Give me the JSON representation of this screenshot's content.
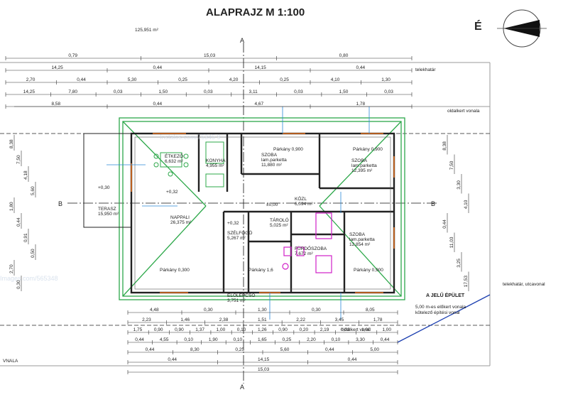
{
  "title": "ALAPRAJZ  M 1:100",
  "north_label": "É",
  "plot_area": "125,951 m²",
  "rooms": [
    {
      "name": "ÉTKEZŐ",
      "area": "6,632 m²"
    },
    {
      "name": "KONYHA",
      "area": "4,955 m²"
    },
    {
      "name": "NAPPALI",
      "area": "26,375 m²"
    },
    {
      "name": "SZOBA",
      "floor": "lam.parketta",
      "area": "11,880 m²"
    },
    {
      "name": "SZOBA",
      "floor": "lam.parketta",
      "area": "12,395 m²"
    },
    {
      "name": "SZOBA",
      "floor": "lam.parketta",
      "area": "12,854 m²"
    },
    {
      "name": "KÖZL",
      "area": "6,094 m²"
    },
    {
      "name": "TÁROLÓ",
      "area": "5,025 m²"
    },
    {
      "name": "SZÉLFOGÓ",
      "area": "5,267 m²"
    },
    {
      "name": "FÜRDŐSZOBA",
      "area": "7,672 m²"
    },
    {
      "name": "TERASZ",
      "area": "15,950 m²"
    },
    {
      "name": "ELŐLÉPCSŐ",
      "area": "3,751 m²"
    }
  ],
  "notes": {
    "telekhatar": "telekhatár",
    "oldalkert": "oldalkert vonala",
    "oldalkert2": "oldalkert vonal",
    "elokert": "5,00 m-es előkert vonala",
    "epitesi": "kötelező építési vonal",
    "aepulet": "A JELŰ ÉPÜLET",
    "utcavonal": "telekhatár, utcavonal",
    "vnala": "VNALA",
    "parkany": "Párkány 0,900",
    "parkany2": "Párkány 0,300",
    "parkany3": "Párkány 1,6"
  },
  "markers": {
    "a_top": "A",
    "a_bottom": "A",
    "b_left": "B",
    "b_right": "B"
  },
  "levels": [
    "+0,30",
    "+0,32",
    "±0,00",
    "+0,32"
  ],
  "top_dims": [
    [
      "0,79",
      "15,03",
      "0,80"
    ],
    [
      "14,25",
      "0,44",
      "14,15",
      "0,44"
    ],
    [
      "2,70",
      "0,44",
      "5,30",
      "0,25",
      "4,20",
      "0,25",
      "4,10",
      "1,30"
    ],
    [
      "14,25",
      "7,80",
      "0,03",
      "1,50",
      "0,03",
      "3,11",
      "0,03",
      "1,50",
      "0,03"
    ],
    [
      "8,58",
      "0,44",
      "4,67",
      "1,78"
    ]
  ],
  "bottom_dims": [
    [
      "4,48",
      "0,30",
      "1,30",
      "0,30",
      "8,05"
    ],
    [
      "2,23",
      "1,46",
      "2,38",
      "1,51",
      "2,22",
      "3,45",
      "1,78"
    ],
    [
      "1,75",
      "0,90",
      "0,90",
      "1,37",
      "1,00",
      "0,10",
      "1,26",
      "0,90",
      "0,20",
      "2,19",
      "0,03",
      "1,00",
      "1,00"
    ],
    [
      "0,44",
      "4,55",
      "0,10",
      "1,90",
      "0,10",
      "1,65",
      "0,25",
      "2,20",
      "0,10",
      "3,30",
      "0,44"
    ],
    [
      "0,44",
      "8,30",
      "0,25",
      "5,60",
      "0,44",
      "5,00"
    ],
    [
      "0,44",
      "14,15",
      "0,44"
    ],
    [
      "15,03"
    ]
  ],
  "left_dims": [
    "8,38",
    "7,50",
    "4,18",
    "5,60",
    "1,80",
    "0,44",
    "0,91",
    "0,50",
    "2,70",
    "0,30"
  ],
  "right_dims": [
    "8,38",
    "7,50",
    "3,30",
    "4,10",
    "0,44",
    "11,03",
    "3,25",
    "17,53"
  ],
  "watermarks": [
    "Instalos.com/75345 9",
    "Images.com/565348"
  ]
}
